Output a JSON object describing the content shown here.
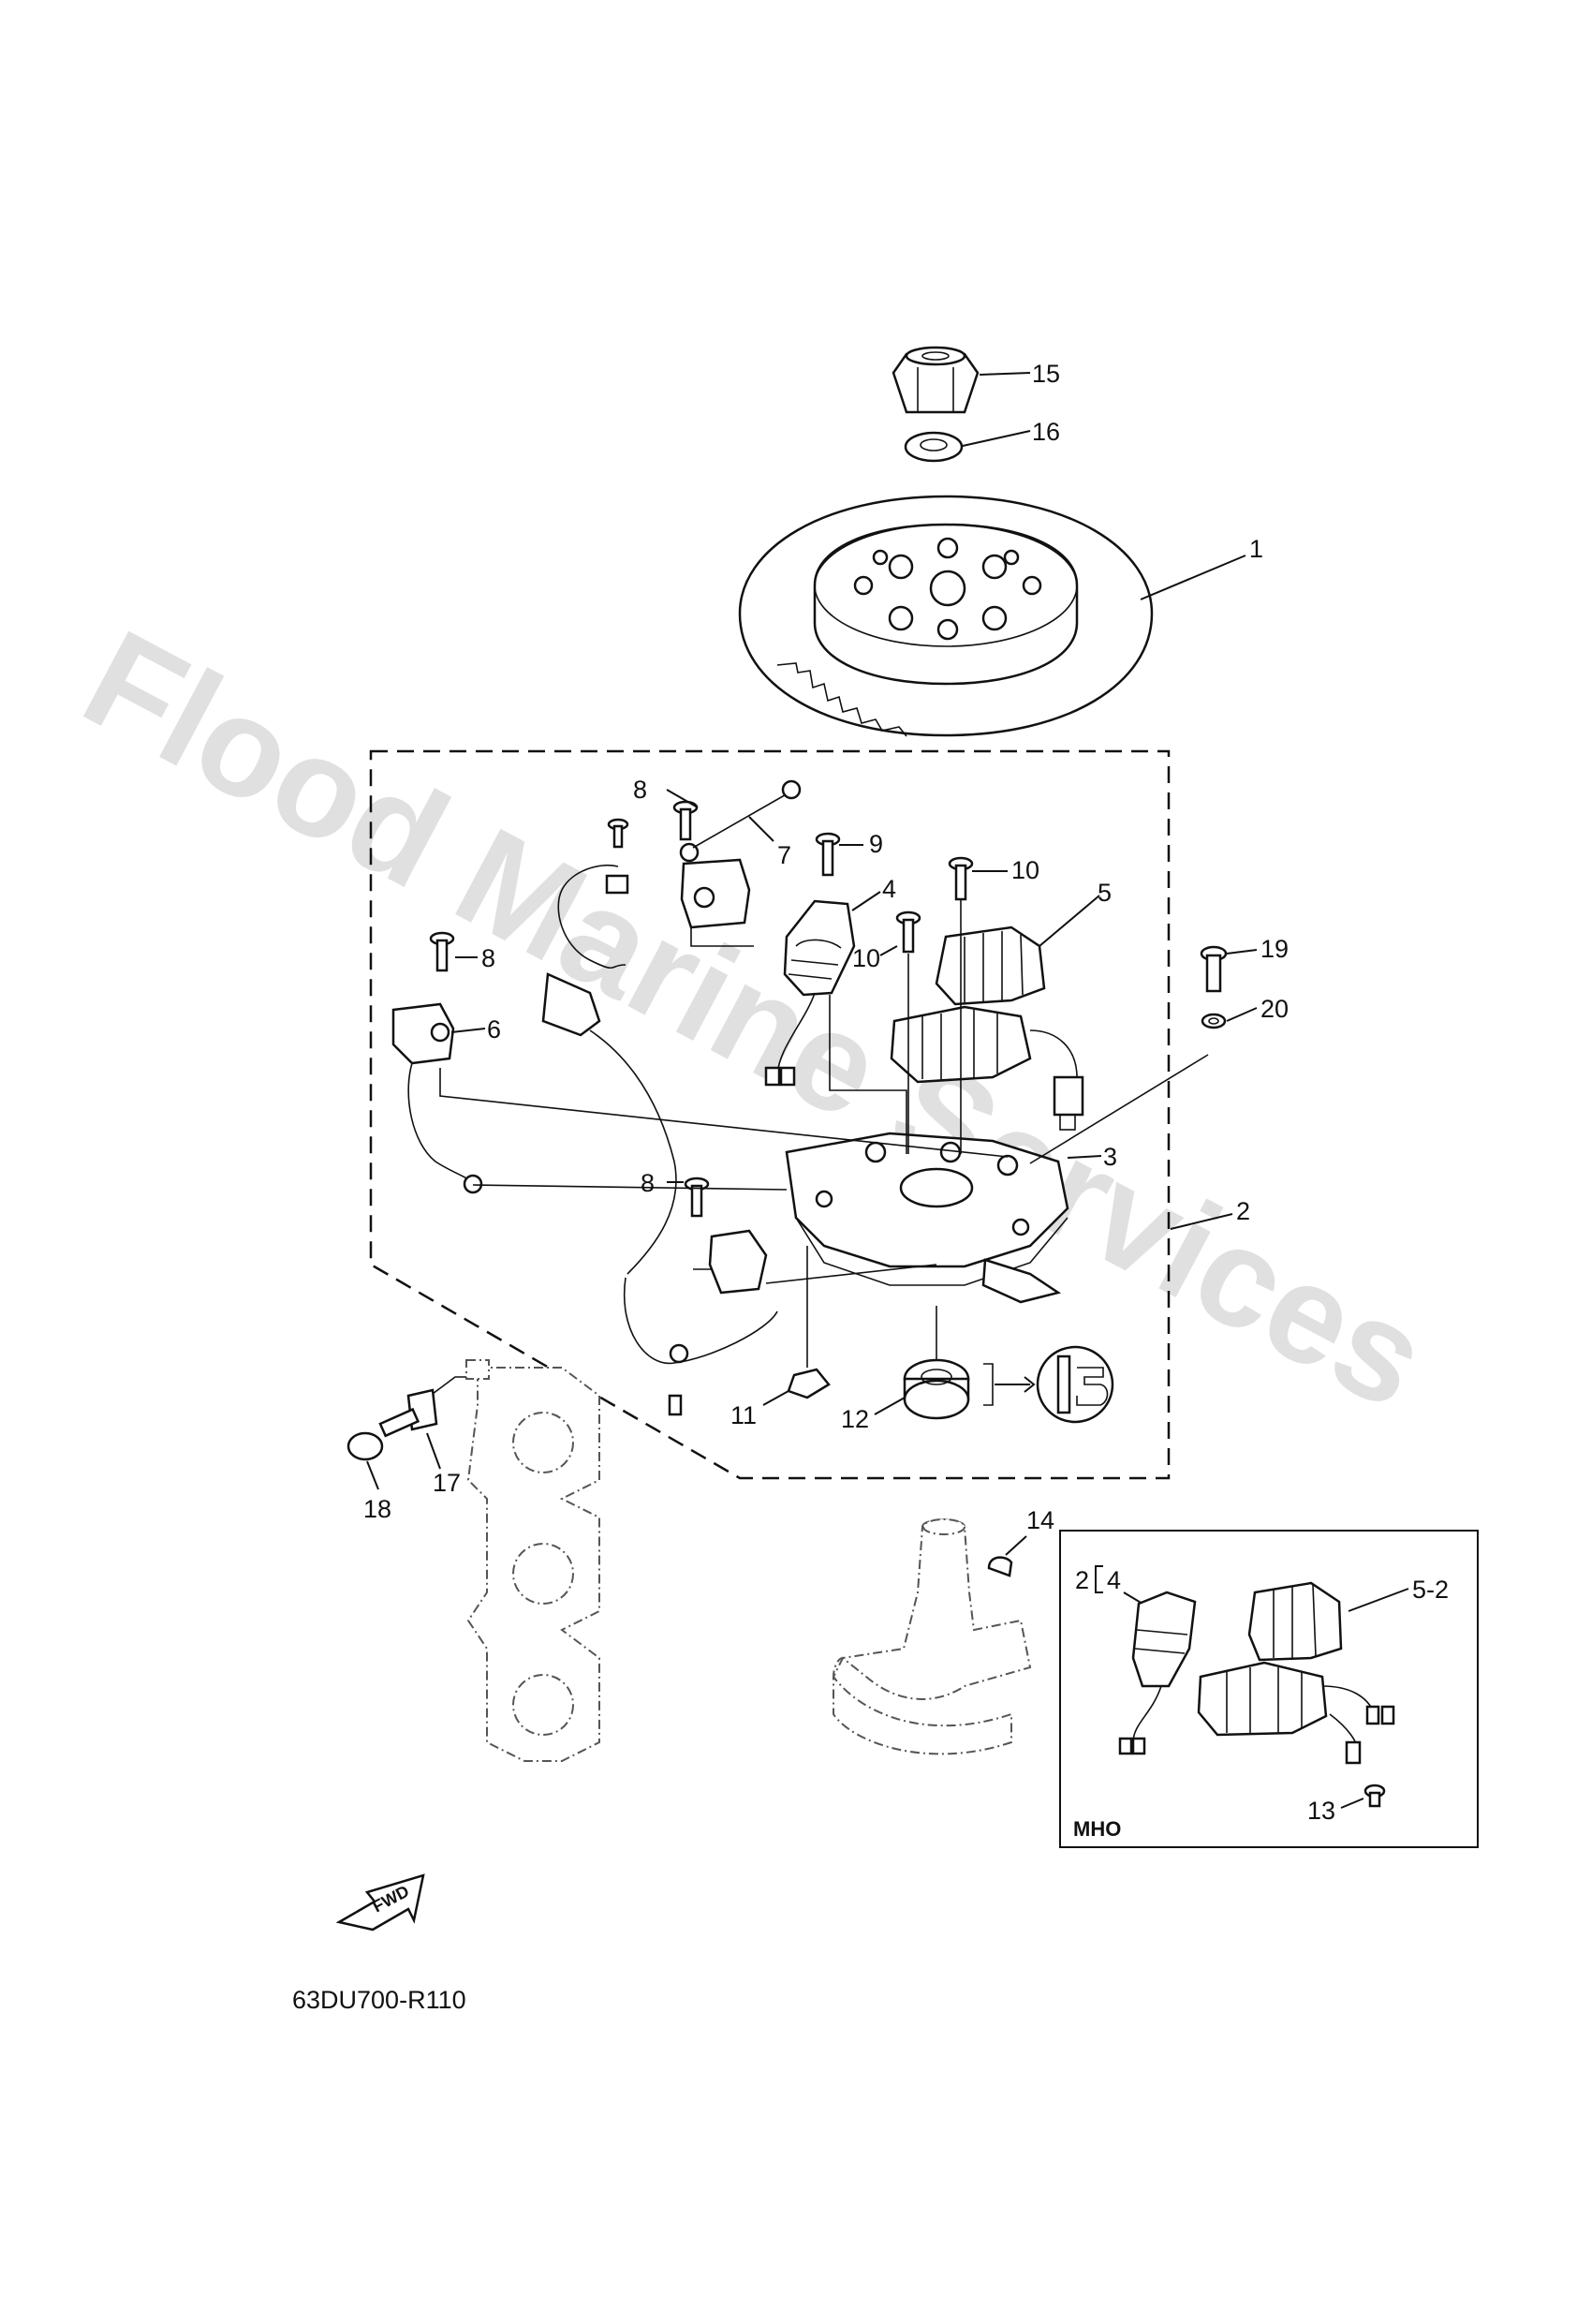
{
  "watermark": "Flood Marine Services",
  "diagram_code": "63DU700-R110",
  "fwd_label": "FWD",
  "inset": {
    "title": "MHO",
    "label_2_4": "2",
    "label_4": "4",
    "label_5_2": "5-2",
    "label_13": "13"
  },
  "callouts": {
    "p1": "1",
    "p2": "2",
    "p3": "3",
    "p4": "4",
    "p5": "5",
    "p6": "6",
    "p7": "7",
    "p8a": "8",
    "p8b": "8",
    "p8c": "8",
    "p9": "9",
    "p10a": "10",
    "p10b": "10",
    "p11": "11",
    "p12": "12",
    "p14": "14",
    "p15": "15",
    "p16": "16",
    "p17": "17",
    "p18": "18",
    "p19": "19",
    "p20": "20"
  }
}
